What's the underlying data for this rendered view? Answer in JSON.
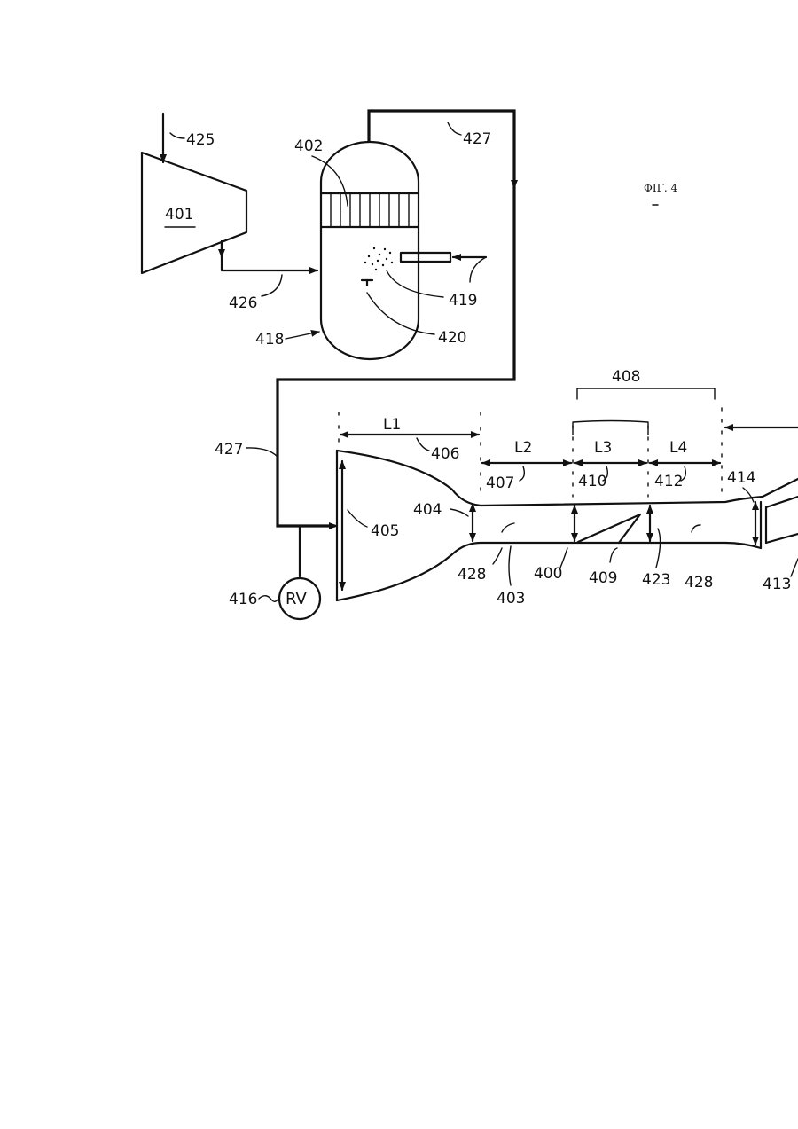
{
  "figure_label": "ΦΙΓ. 4",
  "labels": {
    "n401": "401",
    "n402": "402",
    "n403": "403",
    "n404": "404",
    "n405": "405",
    "n406": "406",
    "n407": "407",
    "n408": "408",
    "n409": "409",
    "n410": "410",
    "n412": "412",
    "n413": "413",
    "n414": "414",
    "n416": "416",
    "n418": "418",
    "n419": "419",
    "n420": "420",
    "n423": "423",
    "n425": "425",
    "n426": "426",
    "n427a": "427",
    "n427b": "427",
    "n428a": "428",
    "n428b": "428",
    "n400": "400",
    "L1": "L1",
    "L2": "L2",
    "L3": "L3",
    "L4": "L4",
    "rv": "RV"
  }
}
